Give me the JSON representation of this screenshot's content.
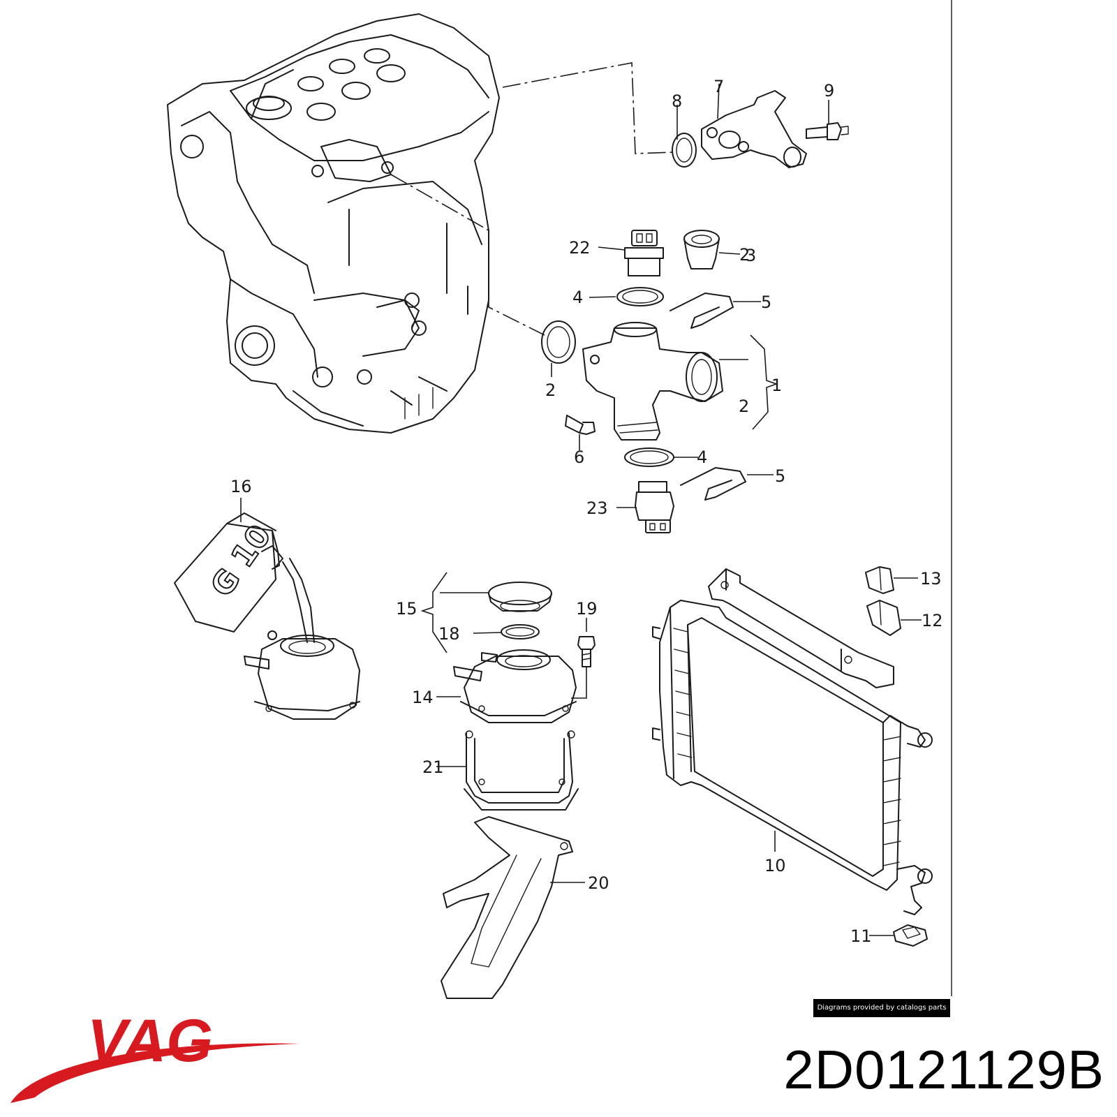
{
  "callouts": [
    "1",
    "2",
    "2",
    "2",
    "3",
    "4",
    "4",
    "5",
    "5",
    "6",
    "7",
    "8",
    "9",
    "10",
    "11",
    "12",
    "13",
    "14",
    "15",
    "16",
    "18",
    "19",
    "20",
    "21",
    "22",
    "23"
  ],
  "container_marking": "G 10",
  "credit_text": "Diagrams provided by catalogs parts",
  "brand": {
    "name": "VAG",
    "color": "#d71920"
  },
  "part_number": "2D0121129B"
}
